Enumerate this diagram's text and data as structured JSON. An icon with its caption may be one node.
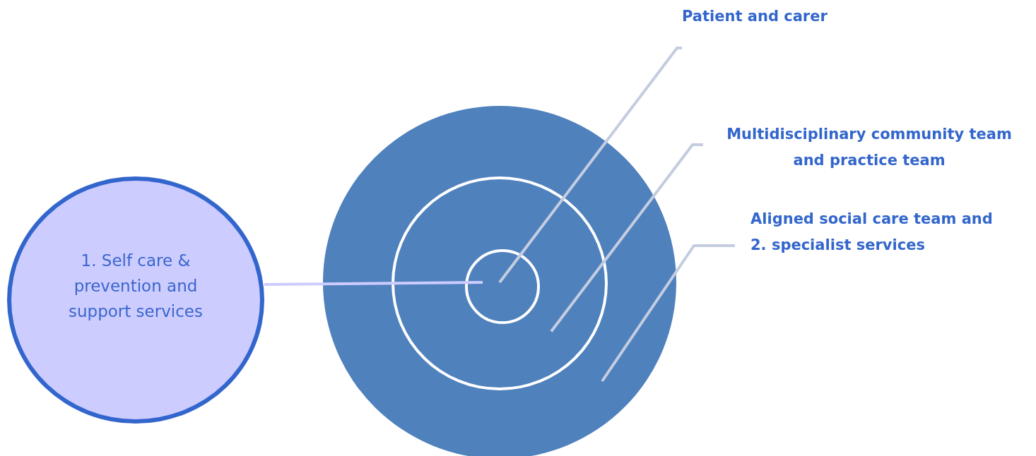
{
  "diagram": {
    "nodes": [
      {
        "text": [],
        "shape": "circle"
      },
      {
        "text": [],
        "shape": "circle",
        "in": 0
      },
      {
        "text": [],
        "shape": "circle",
        "in": 1
      },
      {
        "text": [
          "1. Self care & prevention and support services"
        ]
      },
      {
        "text": [
          "Patient and carer"
        ]
      },
      {
        "text": [
          "Multidisciplinary community team and practice team"
        ]
      },
      {
        "text": [
          "Aligned social care team and 2. specialist services"
        ]
      }
    ],
    "edges": [
      {
        "from": 3,
        "to": 2,
        "arrow": "none",
        "color": "#ccccff"
      },
      {
        "from": 4,
        "to": 2,
        "arrow": "none"
      },
      {
        "from": 5,
        "to": 1,
        "arrow": "none"
      },
      {
        "from": 6,
        "to": 0,
        "arrow": "none"
      }
    ]
  }
}
